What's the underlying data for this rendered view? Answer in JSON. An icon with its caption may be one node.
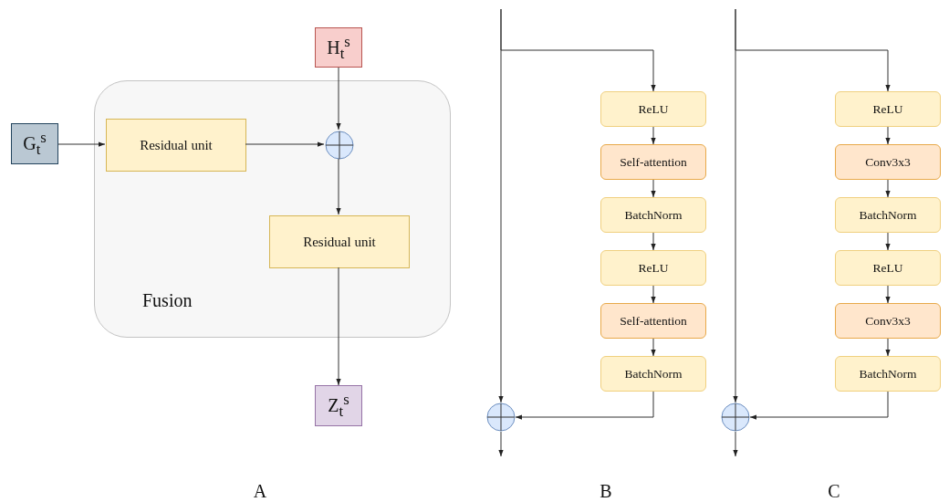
{
  "diagram": {
    "nodes": [
      {
        "text": [
          "G$_{t}$$^{s}$"
        ]
      },
      {
        "text": [
          "H$_{t}$$^{s}$"
        ]
      },
      {
        "text": [
          "Fusion"
        ]
      },
      {
        "text": [
          "Residual unit"
        ],
        "in": 2
      },
      {
        "text": [],
        "shape": "circle",
        "in": 2
      },
      {
        "text": [
          "Residual unit"
        ],
        "in": 2
      },
      {
        "text": [
          "Z$_{t}$$^{s}$"
        ]
      },
      {
        "text": [
          "ReLU"
        ]
      },
      {
        "text": [
          "Self-attention"
        ]
      },
      {
        "text": [
          "BatchNorm"
        ]
      },
      {
        "text": [
          "ReLU"
        ]
      },
      {
        "text": [
          "Self-attention"
        ]
      },
      {
        "text": [
          "BatchNorm"
        ]
      },
      {
        "text": [],
        "shape": "circle"
      },
      {
        "text": [
          "ReLU"
        ]
      },
      {
        "text": [
          "Conv3x3"
        ]
      },
      {
        "text": [
          "BatchNorm"
        ]
      },
      {
        "text": [
          "ReLU"
        ]
      },
      {
        "text": [
          "Conv3x3"
        ]
      },
      {
        "text": [
          "BatchNorm"
        ]
      },
      {
        "text": [],
        "shape": "circle"
      }
    ],
    "edges": [
      {
        "from": 0,
        "to": 3,
        "arrow": "to"
      },
      {
        "from": 3,
        "to": 4,
        "arrow": "to"
      },
      {
        "from": 1,
        "to": 4,
        "arrow": "to"
      },
      {
        "from": 4,
        "to": 5,
        "arrow": "to"
      },
      {
        "from": 5,
        "to": 6,
        "arrow": "to"
      },
      {
        "from": null,
        "to": 7,
        "arrow": "to"
      },
      {
        "from": 7,
        "to": 8,
        "arrow": "to"
      },
      {
        "from": 8,
        "to": 9,
        "arrow": "to"
      },
      {
        "from": 9,
        "to": 10,
        "arrow": "to"
      },
      {
        "from": 10,
        "to": 11,
        "arrow": "to"
      },
      {
        "from": 11,
        "to": 12,
        "arrow": "to"
      },
      {
        "from": null,
        "to": 13,
        "arrow": "to"
      },
      {
        "from": 12,
        "to": 13,
        "arrow": "to"
      },
      {
        "from": 13,
        "to": null,
        "arrow": "to"
      },
      {
        "from": null,
        "to": 14,
        "arrow": "to"
      },
      {
        "from": 14,
        "to": 15,
        "arrow": "to"
      },
      {
        "from": 15,
        "to": 16,
        "arrow": "to"
      },
      {
        "from": 16,
        "to": 17,
        "arrow": "to"
      },
      {
        "from": 17,
        "to": 18,
        "arrow": "to"
      },
      {
        "from": 18,
        "to": 19,
        "arrow": "to"
      },
      {
        "from": null,
        "to": 20,
        "arrow": "to"
      },
      {
        "from": 19,
        "to": 20,
        "arrow": "to"
      },
      {
        "from": 20,
        "to": null,
        "arrow": "to"
      }
    ],
    "labels": [
      "A",
      "B",
      "C"
    ]
  }
}
